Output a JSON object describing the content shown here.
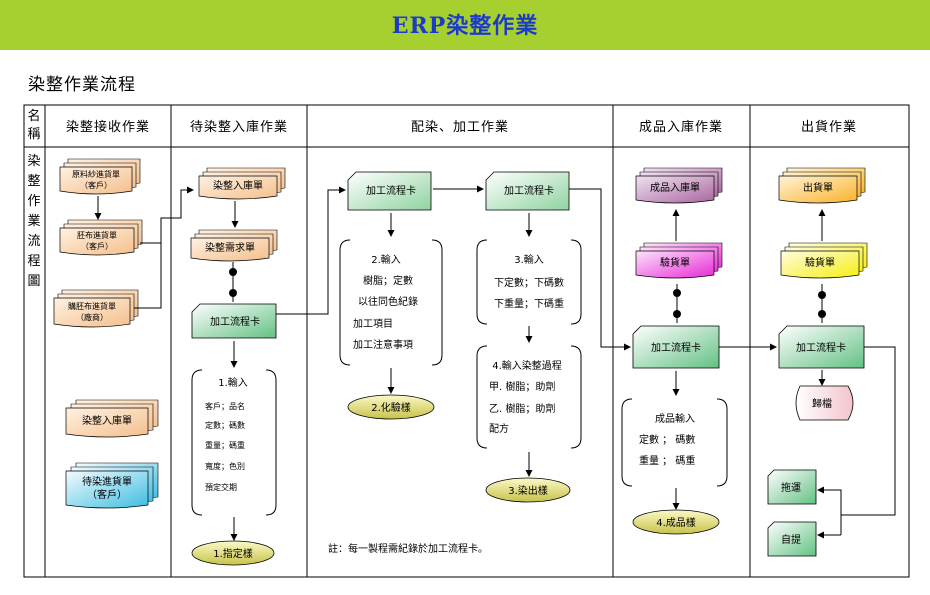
{
  "banner": {
    "title": "ERP染整作業",
    "color": "#a6d02f"
  },
  "page_heading": "染整作業流程",
  "columns": {
    "name_header": [
      "名",
      "稱"
    ],
    "receive": "染整接收作業",
    "pre_dye_stock": "待染整入庫作業",
    "dye_process": "配染、加工作業",
    "finished_stock": "成品入庫作業",
    "shipping": "出貨作業"
  },
  "row_label": [
    "染",
    "整",
    "作",
    "業",
    "流",
    "程",
    "圖"
  ],
  "receive": {
    "doc1": [
      "原料紗進貨單",
      "（客戶）"
    ],
    "doc2": [
      "胚布進貨單",
      "（客戶）"
    ],
    "doc3": [
      "購胚布進貨單",
      "（廠商）"
    ],
    "doc4": "染整入庫單",
    "doc5": [
      "待染進貨單",
      "（客戶）"
    ]
  },
  "pre_dye": {
    "doc_in": "染整入庫單",
    "doc_req": "染整需求單",
    "card": "加工流程卡",
    "input_title": "1.輸入",
    "input_lines": [
      "客戶；品名",
      "定數；碼數",
      "重量；碼重",
      "寬度；色別",
      "預定交期"
    ],
    "result": "1.指定樣"
  },
  "dye": {
    "card1": "加工流程卡",
    "card2": "加工流程卡",
    "input2_title": "2.輸入",
    "input2_lines": [
      "樹脂；定數",
      "以往同色紀錄",
      "加工項目",
      "加工注意事項"
    ],
    "result2": "2.化驗樣",
    "input3_title": "3.輸入",
    "input3_lines": [
      "下定數；下碼數",
      "下重量；下碼重"
    ],
    "input4_title": "4.輸入染整過程",
    "input4_lines": [
      "甲. 樹脂；助劑",
      "乙. 樹脂；助劑",
      "配方"
    ],
    "result3": "3.染出樣",
    "note": "註：每一製程需紀錄於加工流程卡。"
  },
  "finished": {
    "doc_stock": "成品入庫單",
    "doc_check": "驗貨單",
    "card": "加工流程卡",
    "input_title": "成品輸入",
    "input_lines": [
      "定數 ；  碼數",
      "重量 ；  碼重"
    ],
    "result": "4.成品樣"
  },
  "shipping": {
    "doc_ship": "出貨單",
    "doc_check": "驗貨單",
    "card": "加工流程卡",
    "archive": "歸檔",
    "pickup": "拖運",
    "self_pick": "自提"
  }
}
